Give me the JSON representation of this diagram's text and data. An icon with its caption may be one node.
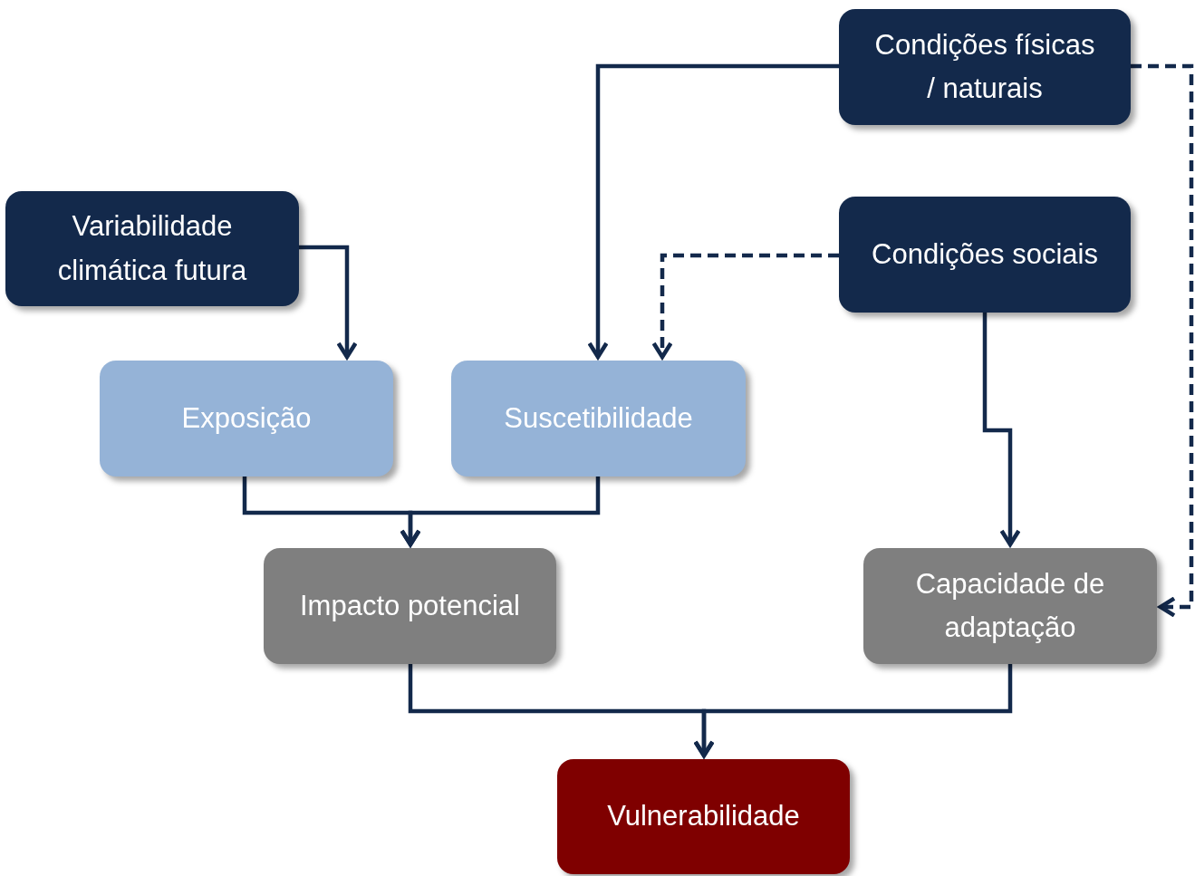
{
  "diagram": {
    "nodes": [
      {
        "text": [
          "Condições físicas / naturais"
        ]
      },
      {
        "text": [
          "Variabilidade climática futura"
        ]
      },
      {
        "text": [
          "Condições sociais"
        ]
      },
      {
        "text": [
          "Exposição"
        ]
      },
      {
        "text": [
          "Suscetibilidade"
        ]
      },
      {
        "text": [
          "Impacto potencial"
        ]
      },
      {
        "text": [
          "Capacidade de adaptação"
        ]
      },
      {
        "text": [
          "Vulnerabilidade"
        ]
      }
    ],
    "edges": [
      {
        "from": 0,
        "to": 4,
        "arrow": "to"
      },
      {
        "from": 2,
        "to": 4,
        "arrow": "to",
        "style": "dashed"
      },
      {
        "from": 0,
        "to": 6,
        "arrow": "to",
        "style": "dashed"
      },
      {
        "from": 1,
        "to": 3,
        "arrow": "to"
      },
      {
        "from": 2,
        "to": 6,
        "arrow": "to"
      },
      {
        "from": 3,
        "to": 5,
        "arrow": "to"
      },
      {
        "from": 4,
        "to": 5,
        "arrow": "to"
      },
      {
        "from": 5,
        "to": 7,
        "arrow": "to"
      },
      {
        "from": 6,
        "to": 7,
        "arrow": "to"
      }
    ]
  }
}
